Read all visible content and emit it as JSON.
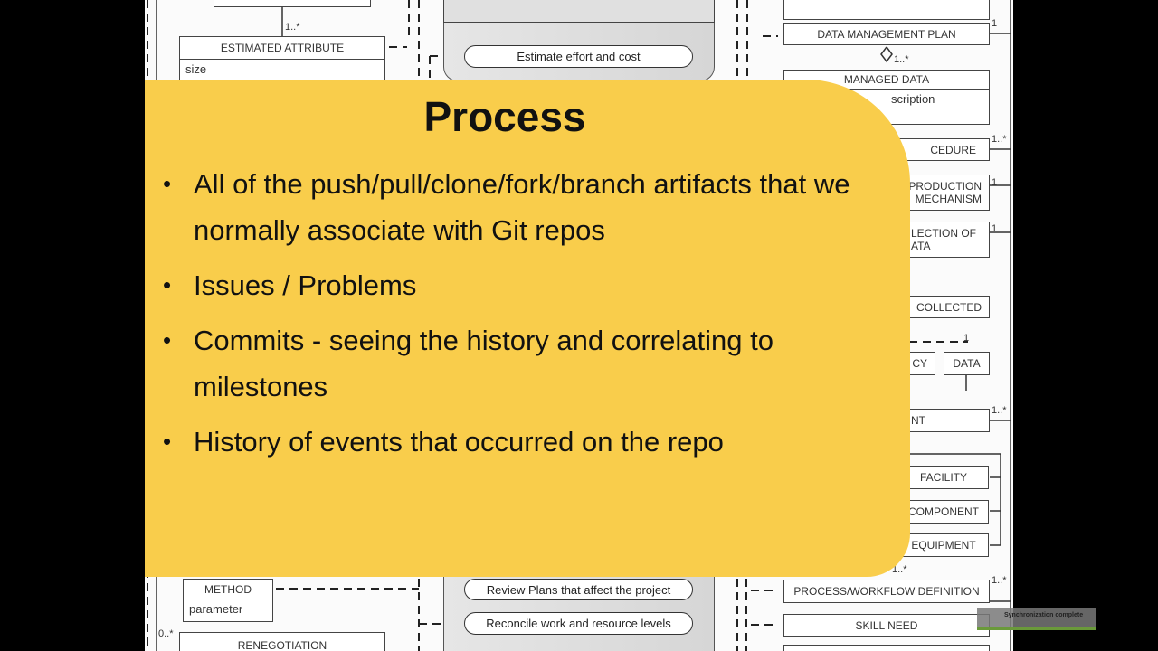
{
  "slide": {
    "title": "Process",
    "bullets": [
      "All of the push/pull/clone/fork/branch artifacts that we normally associate with Git repos",
      "Issues / Problems",
      "Commits - seeing the history and correlating to milestones",
      "History of events that occurred on the repo"
    ],
    "bullet_glyph": "•",
    "card_color": "#f9cd4b"
  },
  "diagram": {
    "left": {
      "estimated_attribute": "ESTIMATED ATTRIBUTE",
      "size": "size",
      "method": "METHOD",
      "parameter": "parameter",
      "renegotiation": "RENEGOTIATION",
      "mult_top": "1..*",
      "mult_reneg": "0..*"
    },
    "center": {
      "estimate": "Estimate effort and cost",
      "review": "Review Plans that affect the project",
      "reconcile": "Reconcile work and resource levels"
    },
    "right": {
      "dmp": "DATA MANAGEMENT PLAN",
      "managed_data": "MANAGED DATA",
      "description": "scription",
      "procedure": "CEDURE",
      "production_1": "PRODUCTION",
      "production_2": "MECHANISM",
      "collection_1": "LECTION OF",
      "collection_2": "ATA",
      "collected": "COLLECTED",
      "cy": "CY",
      "data": "DATA",
      "nt": "NT",
      "facility": "FACILITY",
      "component": "COMPONENT",
      "equipment": "EQUIPMENT",
      "workflow": "PROCESS/WORKFLOW DEFINITION",
      "skill": "SKILL NEED",
      "m1": "1",
      "m2": "1..*",
      "m3": "1..*",
      "m4": "1",
      "m5": "1",
      "m6": "1",
      "m7": "1..*",
      "m8": "1..*",
      "m9": "1..*"
    }
  },
  "toast": {
    "text": "Synchronization complete"
  }
}
